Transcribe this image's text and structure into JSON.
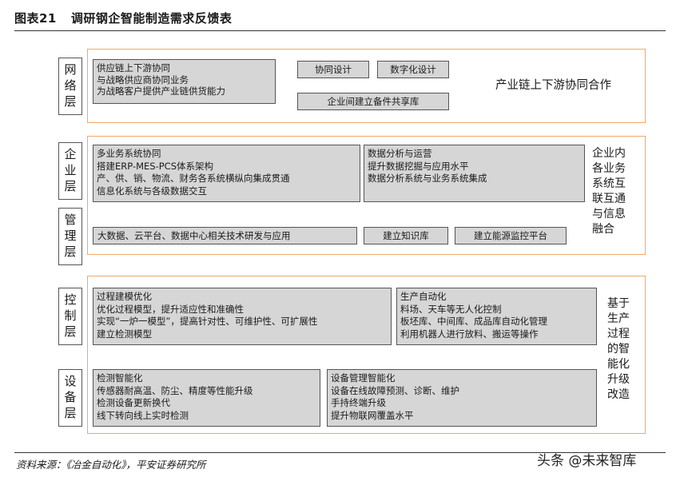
{
  "header": {
    "figure_label": "图表21",
    "title": "调研钢企智能制造需求反馈表"
  },
  "layers": {
    "network": "网络层",
    "enterprise": "企业层",
    "management": "管理层",
    "control": "控制层",
    "device": "设备层"
  },
  "network_panel": {
    "supply_box": [
      "供应链上下游协同",
      "与战略供应商协同业务",
      "为战略客户提供产业链供货能力"
    ],
    "btn_collab_design": "协同设计",
    "btn_digital_design": "数字化设计",
    "btn_shared_library": "企业间建立备件共享库",
    "side_label": "产业链上下游协同合作"
  },
  "enterprise_panel": {
    "left_box": [
      "多业务系统协同",
      "搭建ERP-MES-PCS体系架构",
      "产、供、销、物流、财务各系统横纵向集成贯通",
      "信息化系统与各级数据交互"
    ],
    "right_box": [
      "数据分析与运营",
      "提升数据挖掘与应用水平",
      "数据分析系统与业务系统集成"
    ],
    "bigdata_box": "大数据、云平台、数据中心相关技术研发与应用",
    "btn_knowledge": "建立知识库",
    "btn_energy": "建立能源监控平台",
    "side_label": [
      "企业内",
      "各业务",
      "系统互",
      "联互通",
      "与信息",
      "融合"
    ]
  },
  "control_panel": {
    "process_box": [
      "过程建模优化",
      "优化过程模型，提升适应性和准确性",
      "实现“一炉一模型”，提高针对性、可维护性、可扩展性",
      "建立检测模型"
    ],
    "production_box": [
      "生产自动化",
      "料场、天车等无人化控制",
      "板坯库、中间库、成品库自动化管理",
      "利用机器人进行放料、搬运等操作"
    ],
    "detection_box": [
      "检测智能化",
      "传感器耐高温、防尘、精度等性能升级",
      "检测设备更新换代",
      "线下转向线上实时检测"
    ],
    "equipment_box": [
      "设备管理智能化",
      "设备在线故障预测、诊断、维护",
      "手持终端升级",
      "提升物联网覆盖水平"
    ],
    "side_label": [
      "基于",
      "生产",
      "过程",
      "的智",
      "能化",
      "升级",
      "改造"
    ]
  },
  "footer": {
    "source": "资料来源：《冶金自动化》，平安证券研究所",
    "watermark": "头条 @未来智库"
  }
}
